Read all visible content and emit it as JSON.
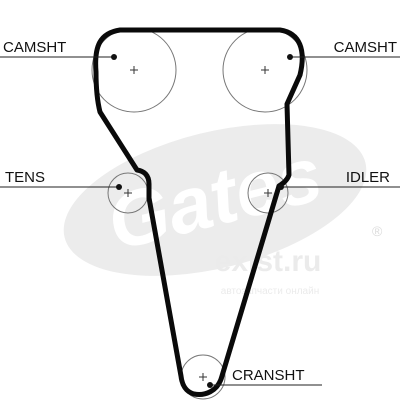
{
  "labels": {
    "camshaft_left": "CAMSHT",
    "camshaft_right": "CAMSHT",
    "tensioner": "TENS",
    "idler": "IDLER",
    "crankshaft": "CRANSHT"
  },
  "watermark": {
    "brand": "Gates",
    "registered": "®",
    "site": "exist.ru",
    "tagline": "автозапчасти онлайн"
  },
  "colors": {
    "line": "#111111",
    "belt": "#0a0a0a",
    "pulley_outline": "#777777",
    "watermark": "#e9e9e9"
  },
  "icons": {
    "center_mark": "plus-sign",
    "pulley": "circle"
  }
}
